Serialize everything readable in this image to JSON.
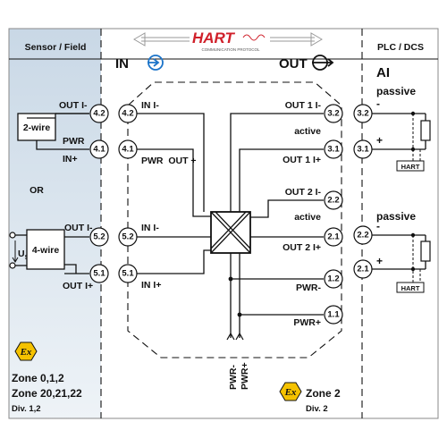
{
  "field_zone": {
    "title": "Sensor / Field",
    "or_label": "OR",
    "zone_line1": "Zone 0,1,2",
    "zone_line2": "Zone 20,21,22",
    "division": "Div. 1,2",
    "ex_symbol": "Ex"
  },
  "field_devices": {
    "two_wire": {
      "label": "2-wire",
      "out_label": "OUT I-",
      "pwr_label": "PWR",
      "in_label": "IN+",
      "terminal_top": "4.2",
      "terminal_bottom": "4.1"
    },
    "four_wire": {
      "label": "4-wire",
      "supply_label": "U",
      "supply_sub": "S",
      "out_minus_label": "OUT I-",
      "out_plus_label": "OUT I+",
      "terminal_top": "5.2",
      "terminal_bottom": "5.1"
    }
  },
  "module": {
    "hart_logo": "HART",
    "hart_subtitle": "COMMUNICATION PROTOCOL",
    "in_label": "IN",
    "out_label": "OUT",
    "inputs": [
      {
        "terminal": "4.2",
        "label": "IN I-"
      },
      {
        "terminal": "4.1",
        "label": "PWR  OUT +"
      },
      {
        "terminal": "5.2",
        "label": "IN I-"
      },
      {
        "terminal": "5.1",
        "label": "IN I+"
      }
    ],
    "outputs": [
      {
        "terminal": "3.2",
        "label": "OUT 1 I-"
      },
      {
        "terminal": "3.1",
        "label": "OUT 1 I+"
      },
      {
        "terminal": "2.2",
        "label": "OUT 2 I-"
      },
      {
        "terminal": "2.1",
        "label": "OUT 2 I+"
      },
      {
        "terminal": "1.2",
        "label": "PWR-"
      },
      {
        "terminal": "1.1",
        "label": "PWR+"
      }
    ],
    "active_label_1": "active",
    "active_label_2": "active",
    "pwr_minus_label": "PWR-",
    "pwr_plus_label": "PWR+",
    "zone_label": "Zone 2",
    "division": "Div. 2",
    "ex_symbol": "Ex"
  },
  "plc_zone": {
    "title": "PLC / DCS",
    "ai_label": "AI",
    "channels": [
      {
        "mode": "passive",
        "terminal_minus": "3.2",
        "terminal_plus": "3.1",
        "hart_label": "HART",
        "minus_sign": "-",
        "plus_sign": "+"
      },
      {
        "mode": "passive",
        "terminal_minus": "2.2",
        "terminal_plus": "2.1",
        "hart_label": "HART",
        "minus_sign": "-",
        "plus_sign": "+"
      }
    ]
  },
  "colors": {
    "field_top": "#c9d8e6",
    "field_bottom": "#eef3f7",
    "ex_yellow": "#f5c200",
    "in_blue": "#1c74c9",
    "hart_red": "#d0202a"
  }
}
